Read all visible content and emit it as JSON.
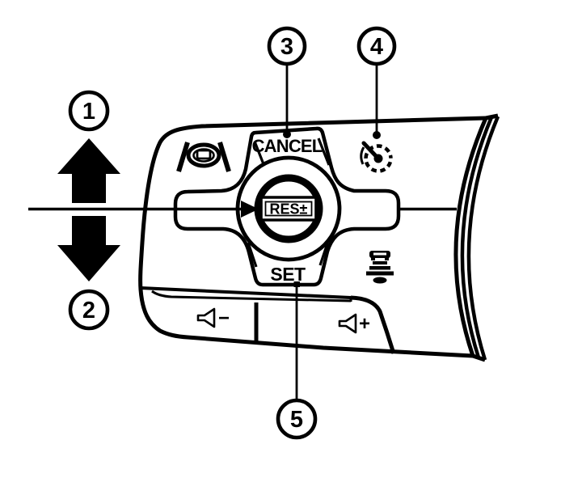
{
  "diagram_type": "steering-wheel-switch-diagram",
  "colors": {
    "line": "#000000",
    "background": "#ffffff"
  },
  "callouts": {
    "c1": "1",
    "c2": "2",
    "c3": "3",
    "c4": "4",
    "c5": "5"
  },
  "buttons": {
    "cancel_label": "CANCEL",
    "set_label": "SET",
    "resume_label": "RES±",
    "volume_down_symbol": "−",
    "volume_up_symbol": "+"
  },
  "icons": {
    "lane_assist": "lane-assist-icon",
    "speed_limiter": "speed-limiter-gauge-icon",
    "following_distance": "following-distance-icon",
    "volume_down": "speaker-minus-icon",
    "volume_up": "speaker-plus-icon",
    "up_arrow": "up-arrow",
    "down_arrow": "down-arrow",
    "pointer_arrow": "right-arrowhead"
  }
}
